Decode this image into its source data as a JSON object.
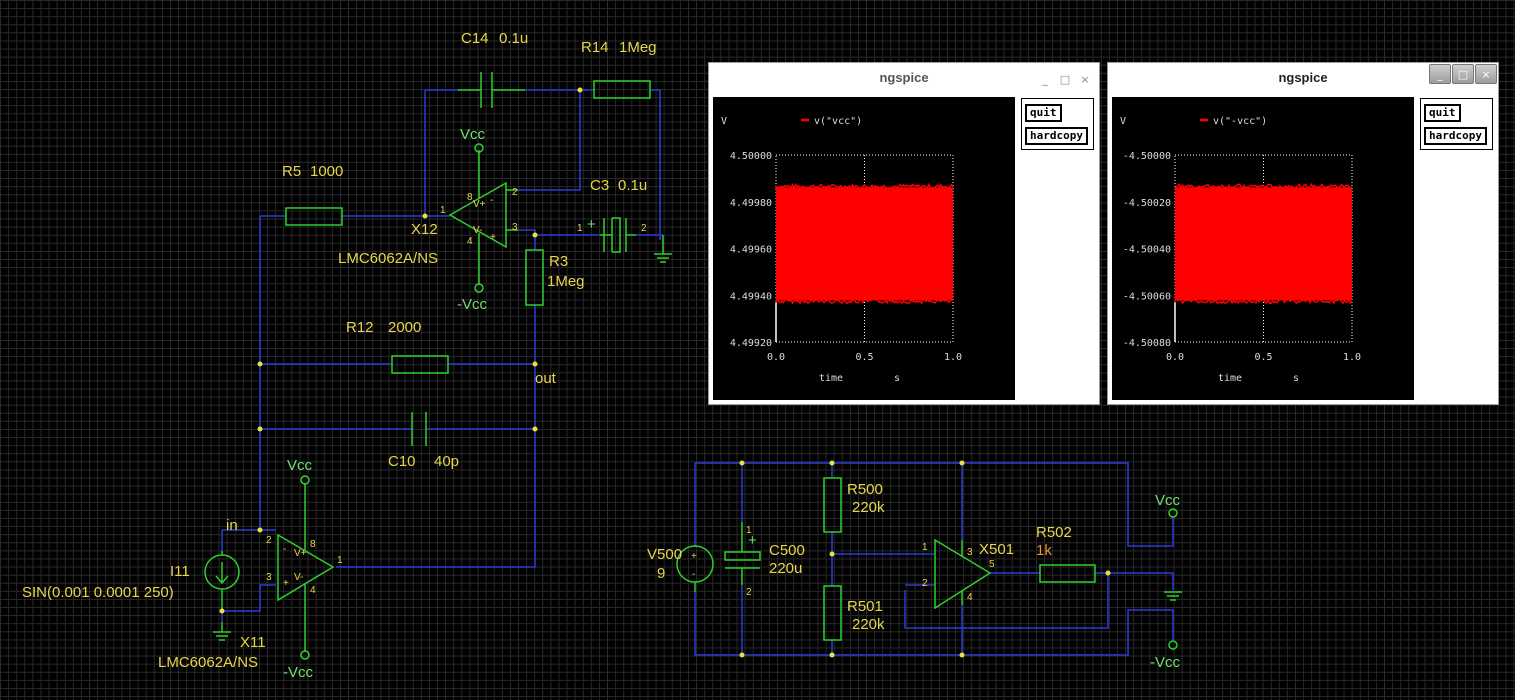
{
  "schematic": {
    "components": {
      "c14": {
        "ref": "C14",
        "value": "0.1u"
      },
      "r14": {
        "ref": "R14",
        "value": "1Meg"
      },
      "r5": {
        "ref": "R5",
        "value": "1000"
      },
      "c3": {
        "ref": "C3",
        "value": "0.1u"
      },
      "x12": {
        "ref": "X12",
        "model": "LMC6062A/NS"
      },
      "r3": {
        "ref": "R3",
        "value": "1Meg"
      },
      "r12": {
        "ref": "R12",
        "value": "2000"
      },
      "c10": {
        "ref": "C10",
        "value": "40p"
      },
      "i11": {
        "ref": "I11",
        "value": "SIN(0.001 0.0001 250)"
      },
      "x11": {
        "ref": "X11",
        "model": "LMC6062A/NS"
      },
      "v500": {
        "ref": "V500",
        "value": "9"
      },
      "c500": {
        "ref": "C500",
        "value": "220u"
      },
      "r500": {
        "ref": "R500",
        "value": "220k"
      },
      "r501": {
        "ref": "R501",
        "value": "220k"
      },
      "x501": {
        "ref": "X501"
      },
      "r502": {
        "ref": "R502",
        "value": "1k"
      }
    },
    "nets": {
      "vcc": "Vcc",
      "nvcc": "-Vcc",
      "out": "out",
      "in": "in"
    },
    "pins": {
      "p1": "1",
      "p2": "2",
      "p3": "3",
      "p4": "4",
      "p5": "5",
      "p8": "8",
      "plus": "+",
      "minus": "-",
      "vplus": "V+",
      "vminus": "V-"
    }
  },
  "windows": [
    {
      "title": "ngspice",
      "legend": "v(\"vcc\")",
      "ylabel": "V",
      "xlabel": "time",
      "xunit": "s",
      "yticks": [
        "4.50000",
        "4.49980",
        "4.49960",
        "4.49940",
        "4.49920"
      ],
      "xticks": [
        "0.0",
        "0.5",
        "1.0"
      ],
      "quit_label": "quit",
      "hardcopy_label": "hardcopy",
      "active": false
    },
    {
      "title": "ngspice",
      "legend": "v(\"-vcc\")",
      "ylabel": "V",
      "xlabel": "time",
      "xunit": "s",
      "yticks": [
        "-4.50000",
        "-4.50020",
        "-4.50040",
        "-4.50060",
        "-4.50080"
      ],
      "xticks": [
        "0.0",
        "0.5",
        "1.0"
      ],
      "quit_label": "quit",
      "hardcopy_label": "hardcopy",
      "active": true
    }
  ],
  "window_controls": {
    "minimize": "_",
    "maximize": "□",
    "close": "×"
  },
  "chart_data": [
    {
      "type": "area",
      "title": "",
      "series": [
        {
          "name": "v(\"vcc\")",
          "color": "#ff0000",
          "band_min": 4.49937,
          "band_max": 4.49987,
          "mean": 4.49962
        }
      ],
      "x": [
        0.0,
        1.0
      ],
      "xlabel": "time",
      "xunit": "s",
      "ylabel": "V",
      "xlim": [
        0.0,
        1.0
      ],
      "ylim": [
        4.4992,
        4.5
      ],
      "grid": true,
      "legend": "top-left"
    },
    {
      "type": "area",
      "title": "",
      "series": [
        {
          "name": "v(\"-vcc\")",
          "color": "#ff0000",
          "band_min": -4.50063,
          "band_max": -4.50013,
          "mean": -4.50038
        }
      ],
      "x": [
        0.0,
        1.0
      ],
      "xlabel": "time",
      "xunit": "s",
      "ylabel": "V",
      "xlim": [
        0.0,
        1.0
      ],
      "ylim": [
        -4.5008,
        -4.5
      ],
      "grid": true,
      "legend": "top-left"
    }
  ],
  "colors": {
    "wire": "#2b3bd4",
    "component": "#2fcf2f",
    "label": "#e8d64a",
    "trace": "#ff0000"
  }
}
